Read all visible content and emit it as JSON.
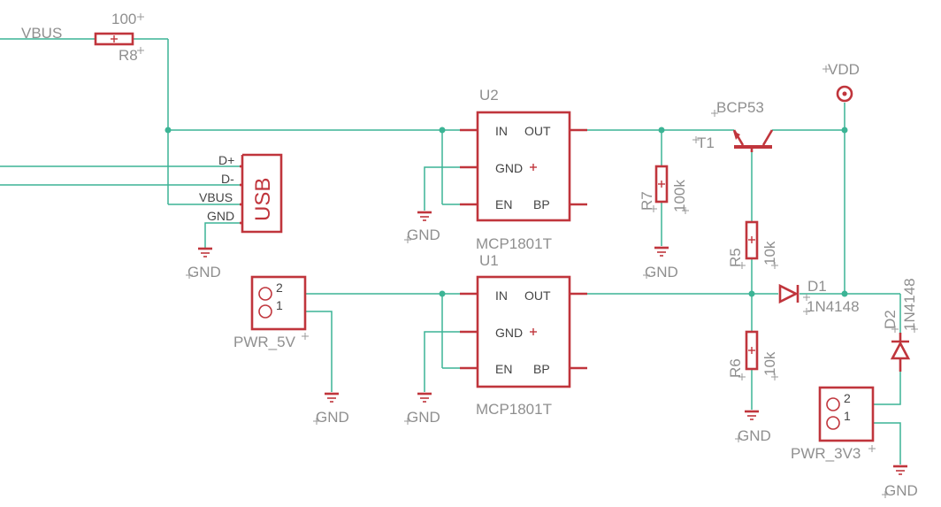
{
  "nets": {
    "vbus": "VBUS",
    "vdd": "VDD",
    "gnd": "GND"
  },
  "resistors": {
    "r8": {
      "ref": "R8",
      "value": "100"
    },
    "r7": {
      "ref": "R7",
      "value": "100k"
    },
    "r5": {
      "ref": "R5",
      "value": "10k"
    },
    "r6": {
      "ref": "R6",
      "value": "10k"
    }
  },
  "regulators": {
    "u2": {
      "ref": "U2",
      "part": "MCP1801T"
    },
    "u1": {
      "ref": "U1",
      "part": "MCP1801T"
    },
    "pins": {
      "in": "IN",
      "out": "OUT",
      "gnd": "GND",
      "en": "EN",
      "bp": "BP"
    }
  },
  "transistor": {
    "ref": "T1",
    "part": "BCP53"
  },
  "diodes": {
    "d1": {
      "ref": "D1",
      "part": "1N4148"
    },
    "d2": {
      "ref": "D2",
      "part": "1N4148"
    }
  },
  "usb": {
    "label": "USB",
    "pins": [
      "D+",
      "D-",
      "VBUS",
      "GND"
    ]
  },
  "connectors": {
    "pwr5v": {
      "ref": "PWR_5V",
      "pin2": "2",
      "pin1": "1"
    },
    "pwr3v3": {
      "ref": "PWR_3V3",
      "pin2": "2",
      "pin1": "1"
    }
  },
  "colors": {
    "wire": "#3cb495",
    "part": "#c0353c",
    "label": "#8f8f8f"
  }
}
